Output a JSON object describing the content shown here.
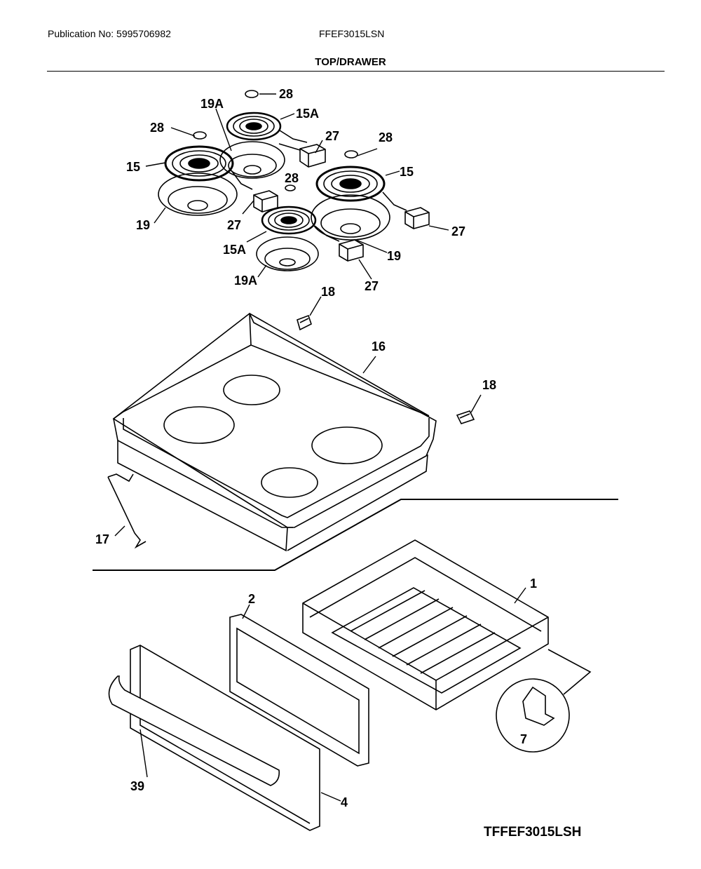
{
  "header": {
    "publication": "Publication No: 5995706982",
    "model": "FFEF3015LSN",
    "section_title": "TOP/DRAWER"
  },
  "diagram_code": "TFFEF3015LSH",
  "callouts": {
    "c28a": "28",
    "c19A_top": "19A",
    "c15A_top": "15A",
    "c28b": "28",
    "c27a": "27",
    "c28c": "28",
    "c15_left": "15",
    "c28d": "28",
    "c15_right": "15",
    "c19_left": "19",
    "c27b": "27",
    "c27c": "27",
    "c15A_bottom": "15A",
    "c19_right": "19",
    "c19A_bottom": "19A",
    "c27d": "27",
    "c18_top": "18",
    "c16": "16",
    "c18_right": "18",
    "c17": "17",
    "c1": "1",
    "c2": "2",
    "c7": "7",
    "c39": "39",
    "c4": "4"
  }
}
